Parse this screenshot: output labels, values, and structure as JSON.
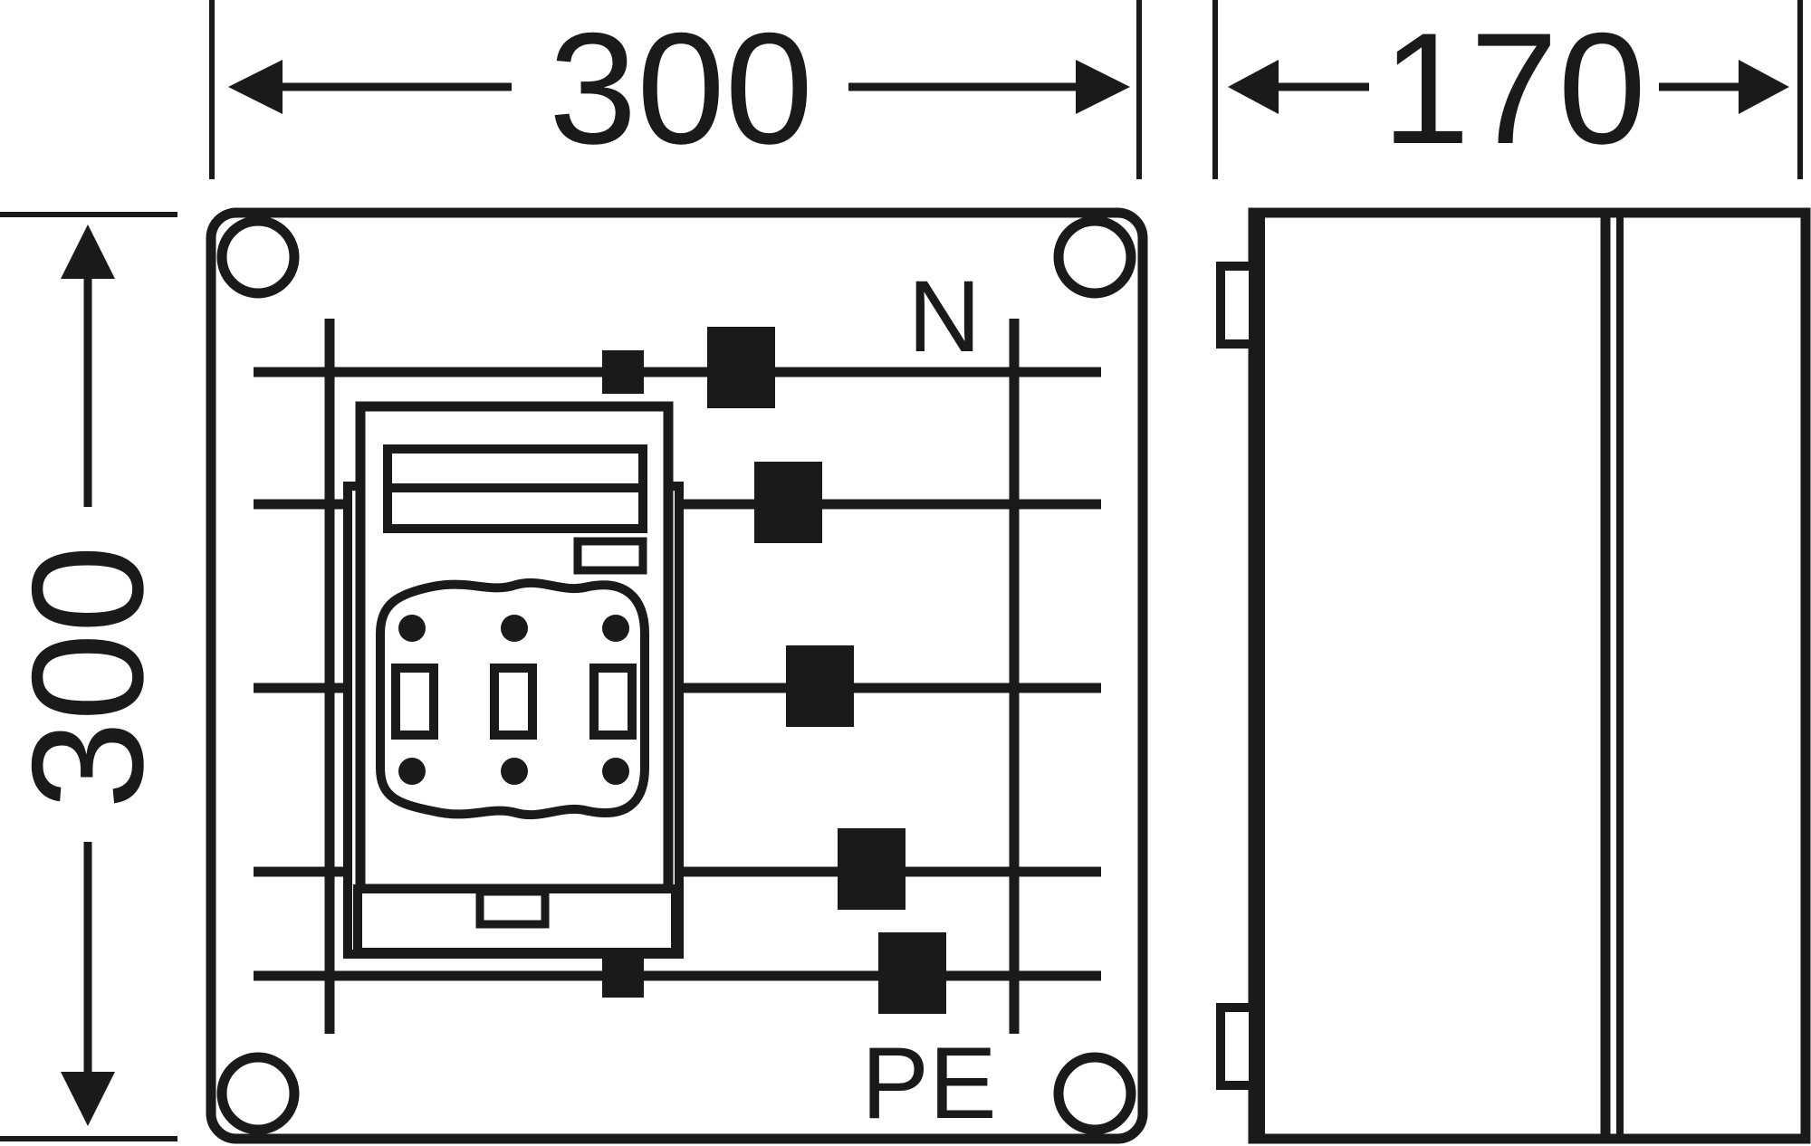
{
  "dimensions": {
    "front_width": "300",
    "front_height": "300",
    "side_depth": "170"
  },
  "labels": {
    "neutral": "N",
    "protective_earth": "PE"
  },
  "colors": {
    "ink": "#1a1a1a",
    "background": "#ffffff"
  }
}
